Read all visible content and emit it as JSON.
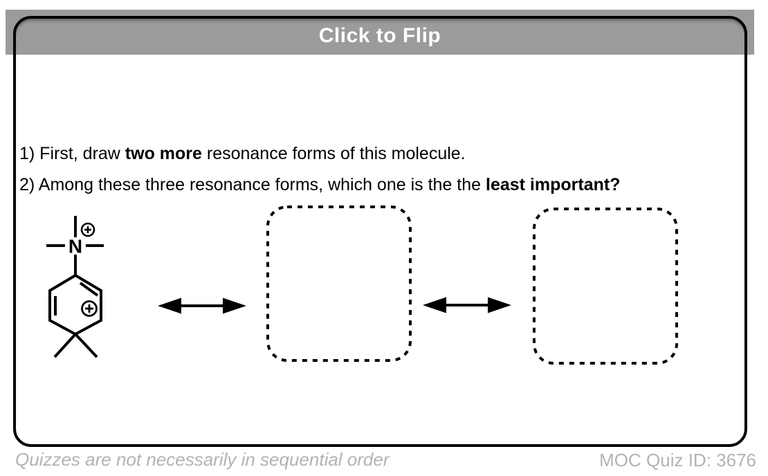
{
  "header": {
    "title": "Click to Flip"
  },
  "questions": [
    {
      "pre": "1) First, draw ",
      "bold": "two more",
      "post": " resonance forms of this molecule."
    },
    {
      "pre": "2) Among these three resonance forms, which one is the the ",
      "bold": "least important?",
      "post": ""
    }
  ],
  "molecule": {
    "nitrogen_label": "N"
  },
  "icons": {
    "plus_charge": "⊕",
    "resonance_arrow": "↔"
  },
  "footer": {
    "left_note": "Quizzes are not necessarily in sequential order",
    "right_id": "MOC Quiz ID: 3676"
  },
  "colors": {
    "header_bg": "#9b9b9b",
    "header_text": "#ffffff",
    "card_border": "#000000",
    "body_text": "#000000",
    "footer_text": "#b3b3b3"
  }
}
